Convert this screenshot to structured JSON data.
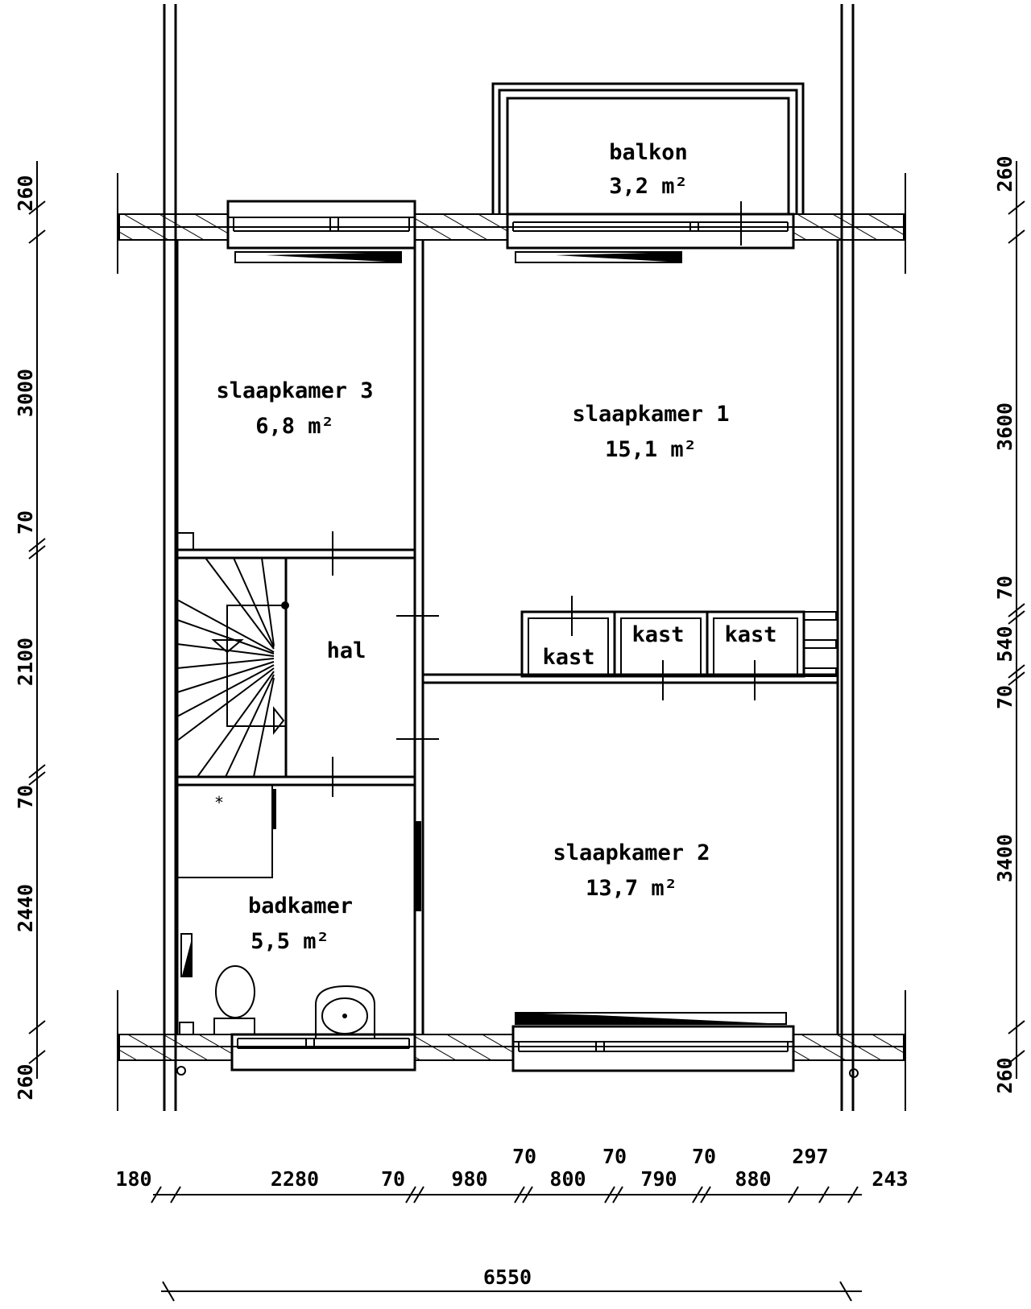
{
  "rooms": {
    "balkon": {
      "name": "balkon",
      "area": "3,2 m²"
    },
    "slaapkamer3": {
      "name": "slaapkamer 3",
      "area": "6,8 m²"
    },
    "slaapkamer1": {
      "name": "slaapkamer 1",
      "area": "15,1 m²"
    },
    "hal": {
      "name": "hal"
    },
    "kast1": {
      "name": "kast"
    },
    "kast2": {
      "name": "kast"
    },
    "kast3": {
      "name": "kast"
    },
    "slaapkamer2": {
      "name": "slaapkamer 2",
      "area": "13,7 m²"
    },
    "badkamer": {
      "name": "badkamer",
      "area": "5,5 m²"
    }
  },
  "dimensions": {
    "left": [
      "260",
      "3000",
      "70",
      "2100",
      "70",
      "2440",
      "260"
    ],
    "right": [
      "260",
      "3600",
      "70",
      "540",
      "70",
      "3400",
      "260"
    ],
    "bottom": [
      "180",
      "2280",
      "70",
      "980",
      "70",
      "800",
      "70",
      "790",
      "70",
      "880",
      "297",
      "243"
    ],
    "total": "6550"
  }
}
